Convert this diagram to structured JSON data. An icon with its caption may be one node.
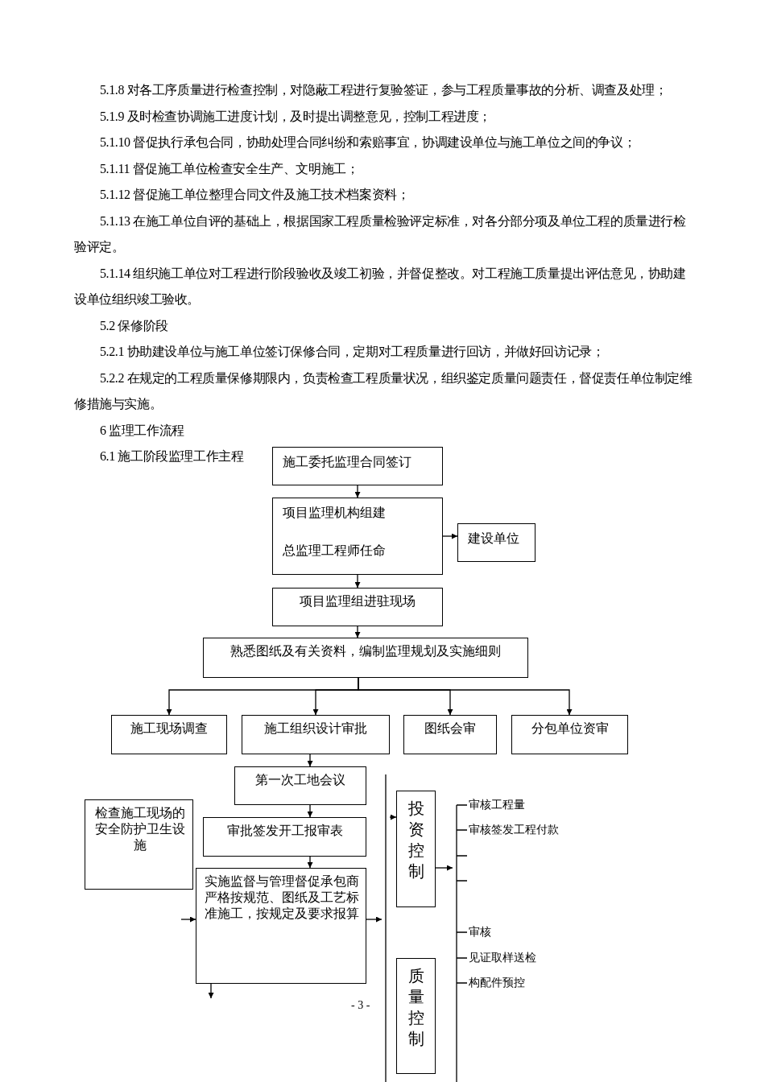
{
  "diagram": {
    "nodes": [
      {
        "text": [
          "施工委托监理合同签订"
        ]
      },
      {
        "text": [
          "项目监理机构组建",
          "总监理工程师任命"
        ]
      },
      {
        "text": [
          "建设单位"
        ]
      },
      {
        "text": [
          "项目监理组进驻现场"
        ]
      },
      {
        "text": [
          "熟悉图纸及有关资料，编制监理规划及实施细则"
        ]
      },
      {
        "text": [
          "施工现场调查"
        ]
      },
      {
        "text": [
          "施工组织设计审批"
        ]
      },
      {
        "text": [
          "图纸会审"
        ]
      },
      {
        "text": [
          "分包单位资审"
        ]
      },
      {
        "text": [
          "第一次工地会议"
        ]
      },
      {
        "text": [
          "检查施工现场的安全防护卫生设施"
        ]
      },
      {
        "text": [
          "审批签发开工报审表"
        ]
      },
      {
        "text": [
          "实施监督与管理督促承包商严格按规范、图纸及工艺标准施工，按规定及要求报算"
        ]
      },
      {
        "text": [
          "投资控制"
        ]
      },
      {
        "text": [
          "质量控制"
        ]
      }
    ],
    "edges": [
      {
        "from": 0,
        "to": 1,
        "arrow": "to"
      },
      {
        "from": 1,
        "to": 2,
        "arrow": "to"
      },
      {
        "from": 1,
        "to": 3,
        "arrow": "to"
      },
      {
        "from": 3,
        "to": 4,
        "arrow": "to"
      },
      {
        "from": 4,
        "to": 5,
        "arrow": "to"
      },
      {
        "from": 4,
        "to": 6,
        "arrow": "to"
      },
      {
        "from": 4,
        "to": 7,
        "arrow": "to"
      },
      {
        "from": 4,
        "to": 8,
        "arrow": "to"
      },
      {
        "from": 6,
        "to": 9,
        "arrow": "to"
      },
      {
        "from": 9,
        "to": 11,
        "arrow": "to"
      },
      {
        "from": 11,
        "to": 12,
        "arrow": "to"
      },
      {
        "from": null,
        "to": 12,
        "arrow": "to"
      },
      {
        "from": 12,
        "to": null,
        "arrow": "to"
      },
      {
        "from": 12,
        "to": null,
        "arrow": "to"
      },
      {
        "from": null,
        "to": 13,
        "arrow": "to"
      },
      {
        "from": 13,
        "to": null,
        "arrow": "to"
      }
    ],
    "labels": [
      "5.1.8 对各工序质量进行检查控制，对隐蔽工程进行复验签证，参与工程质量事故的分析、调查及处理；",
      "5.1.9 及时检查协调施工进度计划，及时提出调整意见，控制工程进度；",
      "5.1.10 督促执行承包合同，协助处理合同纠纷和索赔事宜，协调建设单位与施工单位之间的争议；",
      "5.1.11 督促施工单位检查安全生产、文明施工；",
      "5.1.12 督促施工单位整理合同文件及施工技术档案资料；",
      "5.1.13 在施工单位自评的基础上，根据国家工程质量检验评定标准，对各分部分项及单位工程的质量进行检验评定。",
      "5.1.14 组织施工单位对工程进行阶段验收及竣工初验，并督促整改。对工程施工质量提出评估意见，协助建设单位组织竣工验收。",
      "5.2 保修阶段",
      "5.2.1 协助建设单位与施工单位签订保修合同，定期对工程质量进行回访，并做好回访记录；",
      "5.2.2 在规定的工程质量保修期限内，负责检查工程质量状况，组织鉴定质量问题责任，督促责任单位制定维修措施与实施。",
      "6 监理工作流程",
      "6.1 施工阶段监理工作主程",
      "审核工程量",
      "审核签发工程付款",
      "审核",
      "见证取样送检",
      "构配件预控",
      "- 3 -"
    ]
  }
}
